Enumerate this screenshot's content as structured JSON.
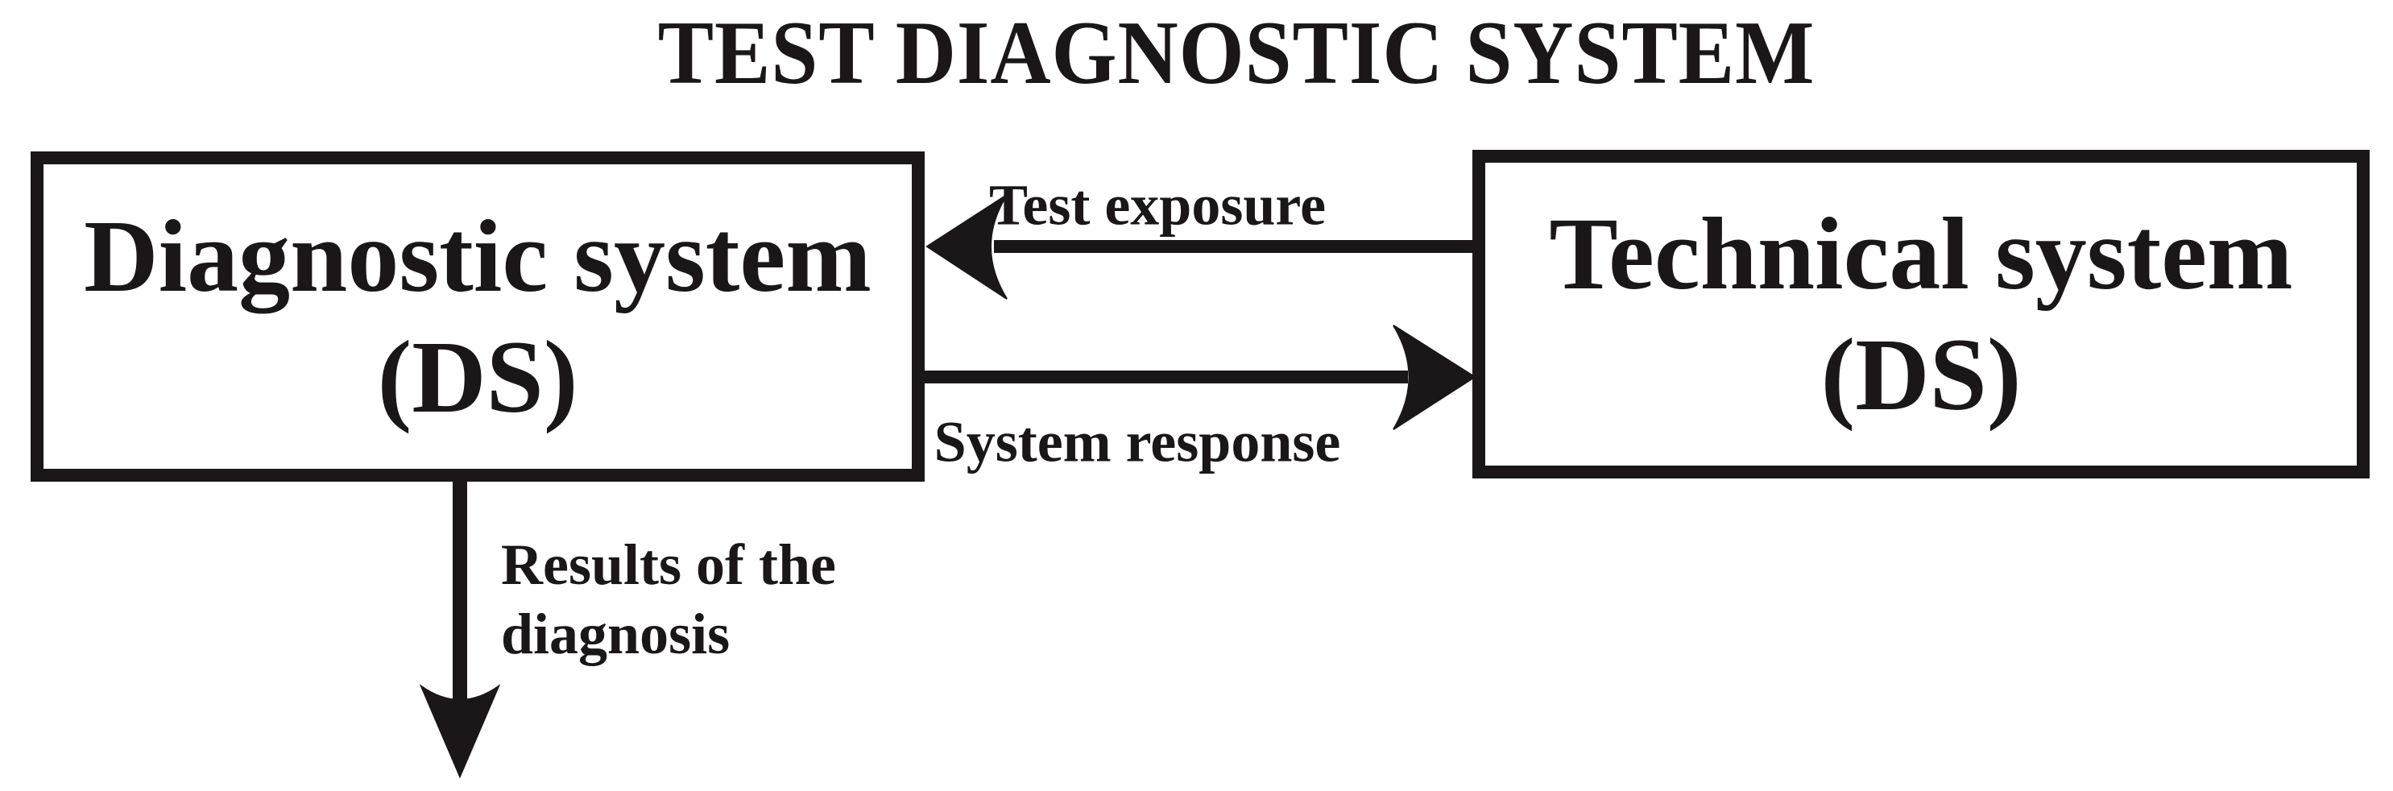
{
  "title": "TEST DIAGNOSTIC SYSTEM",
  "colors": {
    "ink": "#1b1718",
    "background": "#ffffff"
  },
  "boxes": {
    "diagnostic": {
      "line1": "Diagnostic system",
      "line2": "(DS)"
    },
    "technical": {
      "line1": "Technical system",
      "line2": "(DS)"
    }
  },
  "arrows": {
    "test_exposure": {
      "label": "Test exposure",
      "direction": "right-to-left"
    },
    "system_response": {
      "label": "System response",
      "direction": "left-to-right"
    },
    "diagnosis_results": {
      "label_line1": "Results of the",
      "label_line2": "diagnosis",
      "direction": "down"
    }
  }
}
